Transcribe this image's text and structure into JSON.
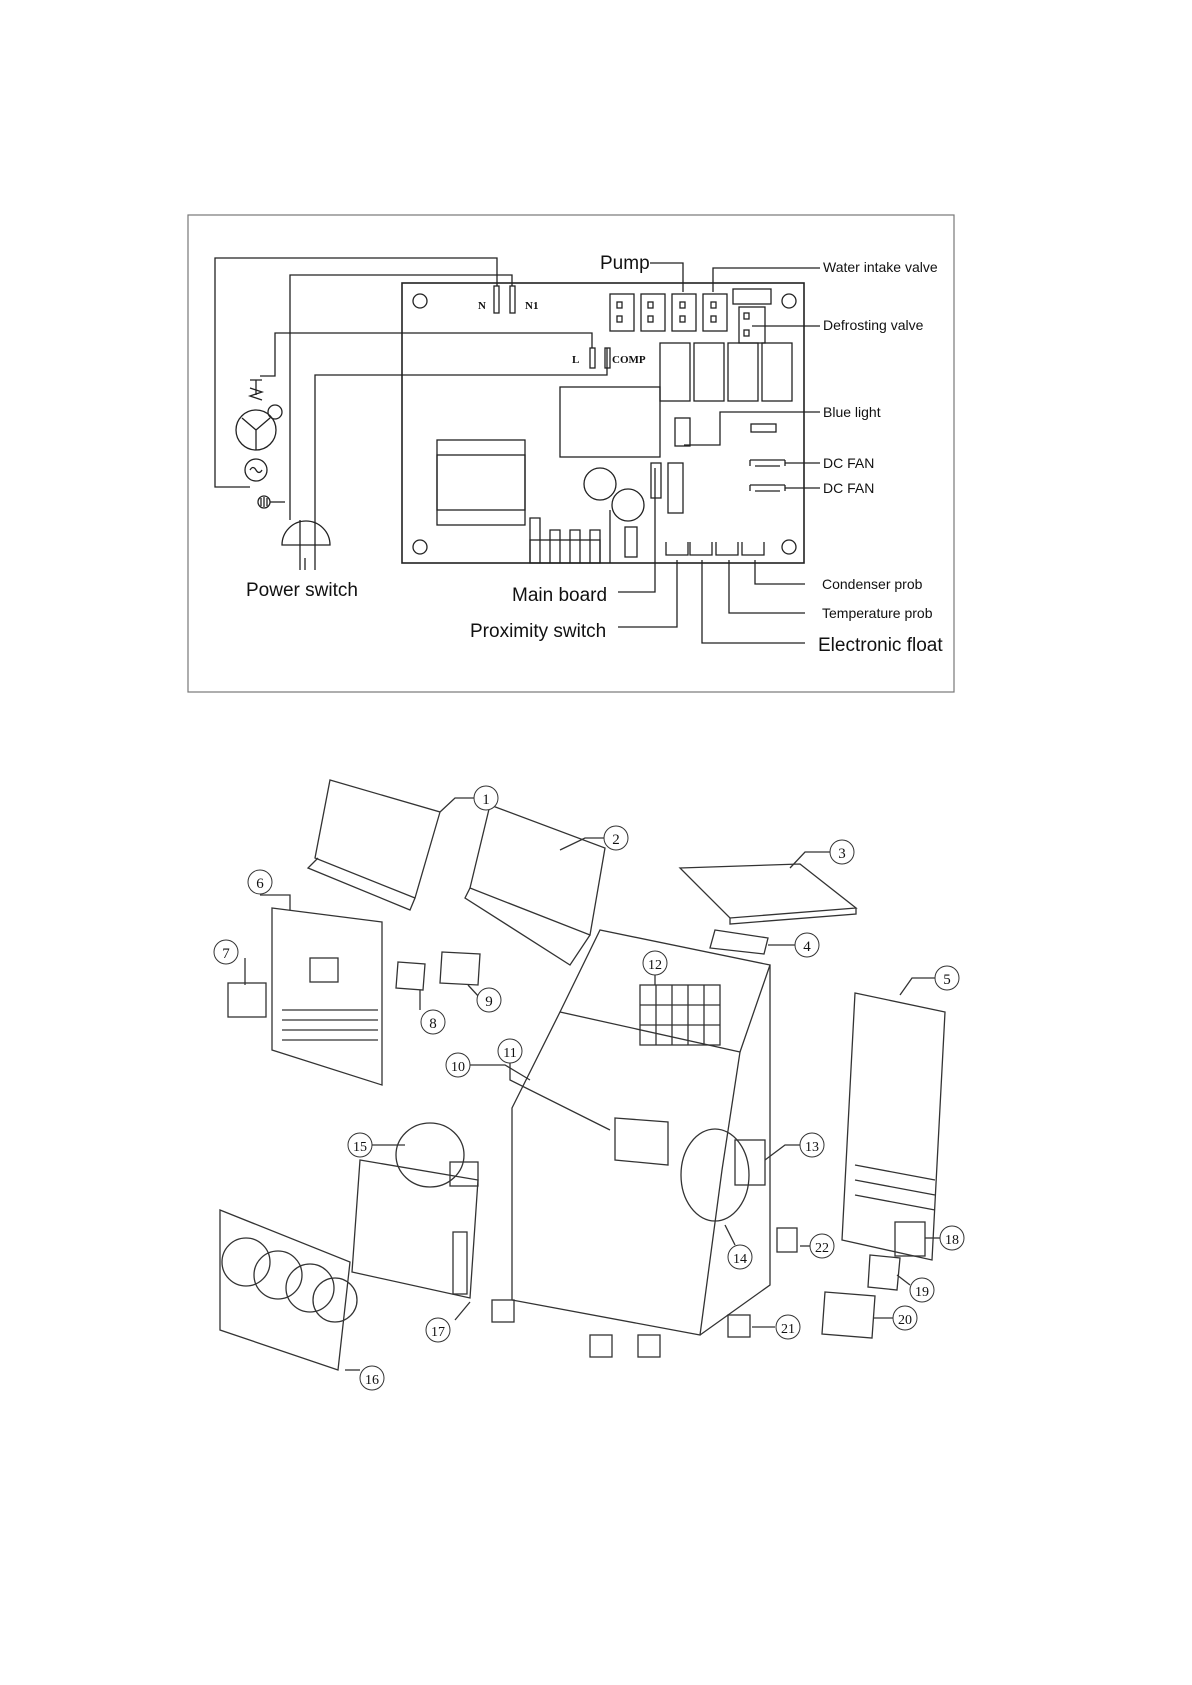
{
  "wiring": {
    "terminals": {
      "n": "N",
      "n1": "N1",
      "l": "L",
      "comp": "COMP"
    },
    "labels": {
      "pump": "Pump",
      "water_intake_valve": "Water intake valve",
      "defrosting_valve": "Defrosting valve",
      "blue_light": "Blue light",
      "dc_fan_1": "DC FAN",
      "dc_fan_2": "DC FAN",
      "power_switch": "Power switch",
      "main_board": "Main board",
      "proximity_switch": "Proximity switch",
      "condenser_prob": "Condenser prob",
      "temperature_prob": "Temperature prob",
      "electronic_float": "Electronic float"
    }
  },
  "exploded_view": {
    "callouts": [
      "1",
      "2",
      "3",
      "4",
      "5",
      "6",
      "7",
      "8",
      "9",
      "10",
      "11",
      "12",
      "13",
      "14",
      "15",
      "16",
      "17",
      "18",
      "19",
      "20",
      "21",
      "22"
    ]
  }
}
